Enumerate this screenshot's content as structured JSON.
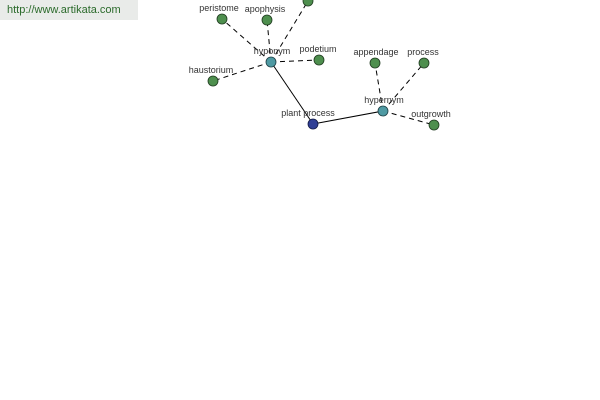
{
  "header": {
    "url": "http://www.artikata.com"
  },
  "colors": {
    "leaf_node": "#4e8f4e",
    "relation_node": "#4f9aa3",
    "center_node": "#303f96",
    "edge": "#000000",
    "label": "#333333"
  },
  "graph": {
    "center": {
      "label": "plant process"
    },
    "relations": [
      {
        "label": "hyponym"
      },
      {
        "label": "hypernym"
      }
    ],
    "leaves": [
      {
        "label": "peristome",
        "relation": "hyponym"
      },
      {
        "label": "apophysis",
        "relation": "hyponym"
      },
      {
        "label": "",
        "relation": "hyponym"
      },
      {
        "label": "podetium",
        "relation": "hyponym"
      },
      {
        "label": "haustorium",
        "relation": "hyponym"
      },
      {
        "label": "appendage",
        "relation": "hypernym"
      },
      {
        "label": "process",
        "relation": "hypernym"
      },
      {
        "label": "outgrowth",
        "relation": "hypernym"
      }
    ]
  }
}
